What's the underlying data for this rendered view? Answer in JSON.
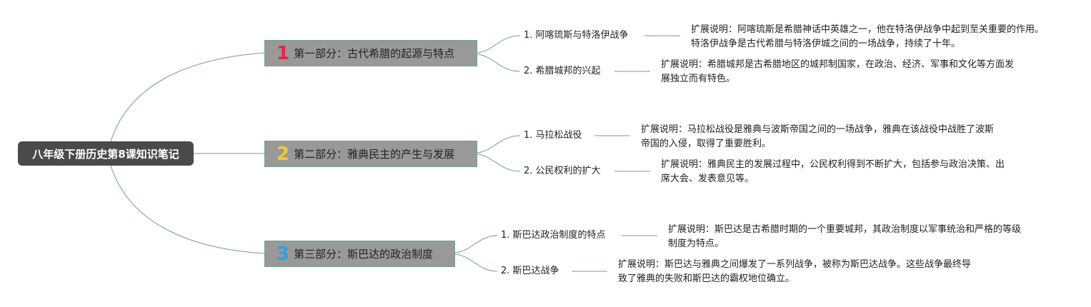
{
  "root": {
    "label": "八年级下册历史第8课知识笔记"
  },
  "sections": [
    {
      "number": "1",
      "number_color": "#e0294a",
      "label": "第一部分：古代希腊的起源与特点",
      "topics": [
        {
          "label": "1. 阿喀琉斯与特洛伊战争",
          "note": "扩展说明：阿喀琉斯是希腊神话中英雄之一，他在特洛伊战争中起到至关重要的作用。特洛伊战争是古代希腊与特洛伊城之间的一场战争，持续了十年。"
        },
        {
          "label": "2. 希腊城邦的兴起",
          "note": "扩展说明：希腊城邦是古希腊地区的城邦制国家，在政治、经济、军事和文化等方面发展独立而有特色。"
        }
      ]
    },
    {
      "number": "2",
      "number_color": "#f2c832",
      "label": "第二部分：雅典民主的产生与发展",
      "topics": [
        {
          "label": "1. 马拉松战役",
          "note": "扩展说明：马拉松战役是雅典与波斯帝国之间的一场战争，雅典在该战役中战胜了波斯帝国的入侵，取得了重要胜利。"
        },
        {
          "label": "2. 公民权利的扩大",
          "note": "扩展说明：雅典民主的发展过程中，公民权利得到不断扩大，包括参与政治决策、出席大会、发表意见等。"
        }
      ]
    },
    {
      "number": "3",
      "number_color": "#2f9ee0",
      "label": "第三部分：斯巴达的政治制度",
      "topics": [
        {
          "label": "1. 斯巴达政治制度的特点",
          "note": "扩展说明：斯巴达是古希腊时期的一个重要城邦，其政治制度以军事统治和严格的等级制度为特点。"
        },
        {
          "label": "2. 斯巴达战争",
          "note": "扩展说明：斯巴达与雅典之间爆发了一系列战争，被称为斯巴达战争。这些战争最终导致了雅典的失败和斯巴达的霸权地位确立。"
        }
      ]
    }
  ],
  "colors": {
    "connector": "#6fa18c",
    "root_bg": "#4a4a4a",
    "section_bg": "#999999"
  }
}
